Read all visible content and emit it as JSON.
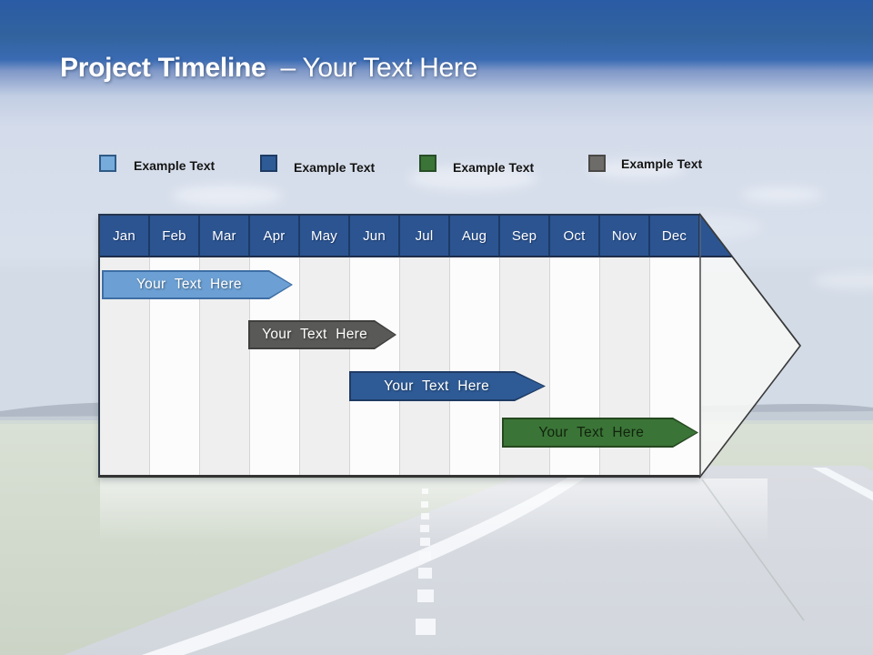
{
  "slide": {
    "title_bold": "Project Timeline",
    "title_rest": "– Your Text Here"
  },
  "legend": {
    "items": [
      {
        "label": "Example Text",
        "color": "#76ABDC",
        "border": "#2F5A85"
      },
      {
        "label": "Example Text",
        "color": "#2E5B96",
        "border": "#1E3B63"
      },
      {
        "label": "Example Text",
        "color": "#3B7437",
        "border": "#274D26"
      },
      {
        "label": "Example Text",
        "color": "#6E6C69",
        "border": "#4A4846"
      }
    ]
  },
  "timeline": {
    "months": [
      "Jan",
      "Feb",
      "Mar",
      "Apr",
      "May",
      "Jun",
      "Jul",
      "Aug",
      "Sep",
      "Oct",
      "Nov",
      "Dec"
    ],
    "bars": [
      {
        "label": "Your Text Here",
        "fill": "#6CA0D4",
        "border": "#3E6EA5",
        "text_color": "#FFFFFF"
      },
      {
        "label": "Your Text Here",
        "fill": "#595957",
        "border": "#3F3F3D",
        "text_color": "#FFFFFF"
      },
      {
        "label": "Your Text Here",
        "fill": "#2E5B96",
        "border": "#1E3B63",
        "text_color": "#FFFFFF"
      },
      {
        "label": "Your Text Here",
        "fill": "#3B7437",
        "border": "#25481F",
        "text_color": "#10240D"
      }
    ],
    "colors": {
      "header_bg": "#2B5491",
      "header_divider": "#1B3A66",
      "header_text": "#FFFFFF",
      "column_even": "#EFEFEF",
      "column_odd": "#FCFCFC",
      "arrowhead_fill": "#F7F8F7",
      "outline": "#3A3A3A"
    }
  },
  "palette": {
    "sky_top": "#2A5BA5",
    "sky_mid": "#3A6BB3",
    "sky_light": "#D4DCEB",
    "hills": "#AEB7C3",
    "grass": "#D4DCD0",
    "road": "#D7DBE1",
    "road_line": "#F6F8FA"
  }
}
